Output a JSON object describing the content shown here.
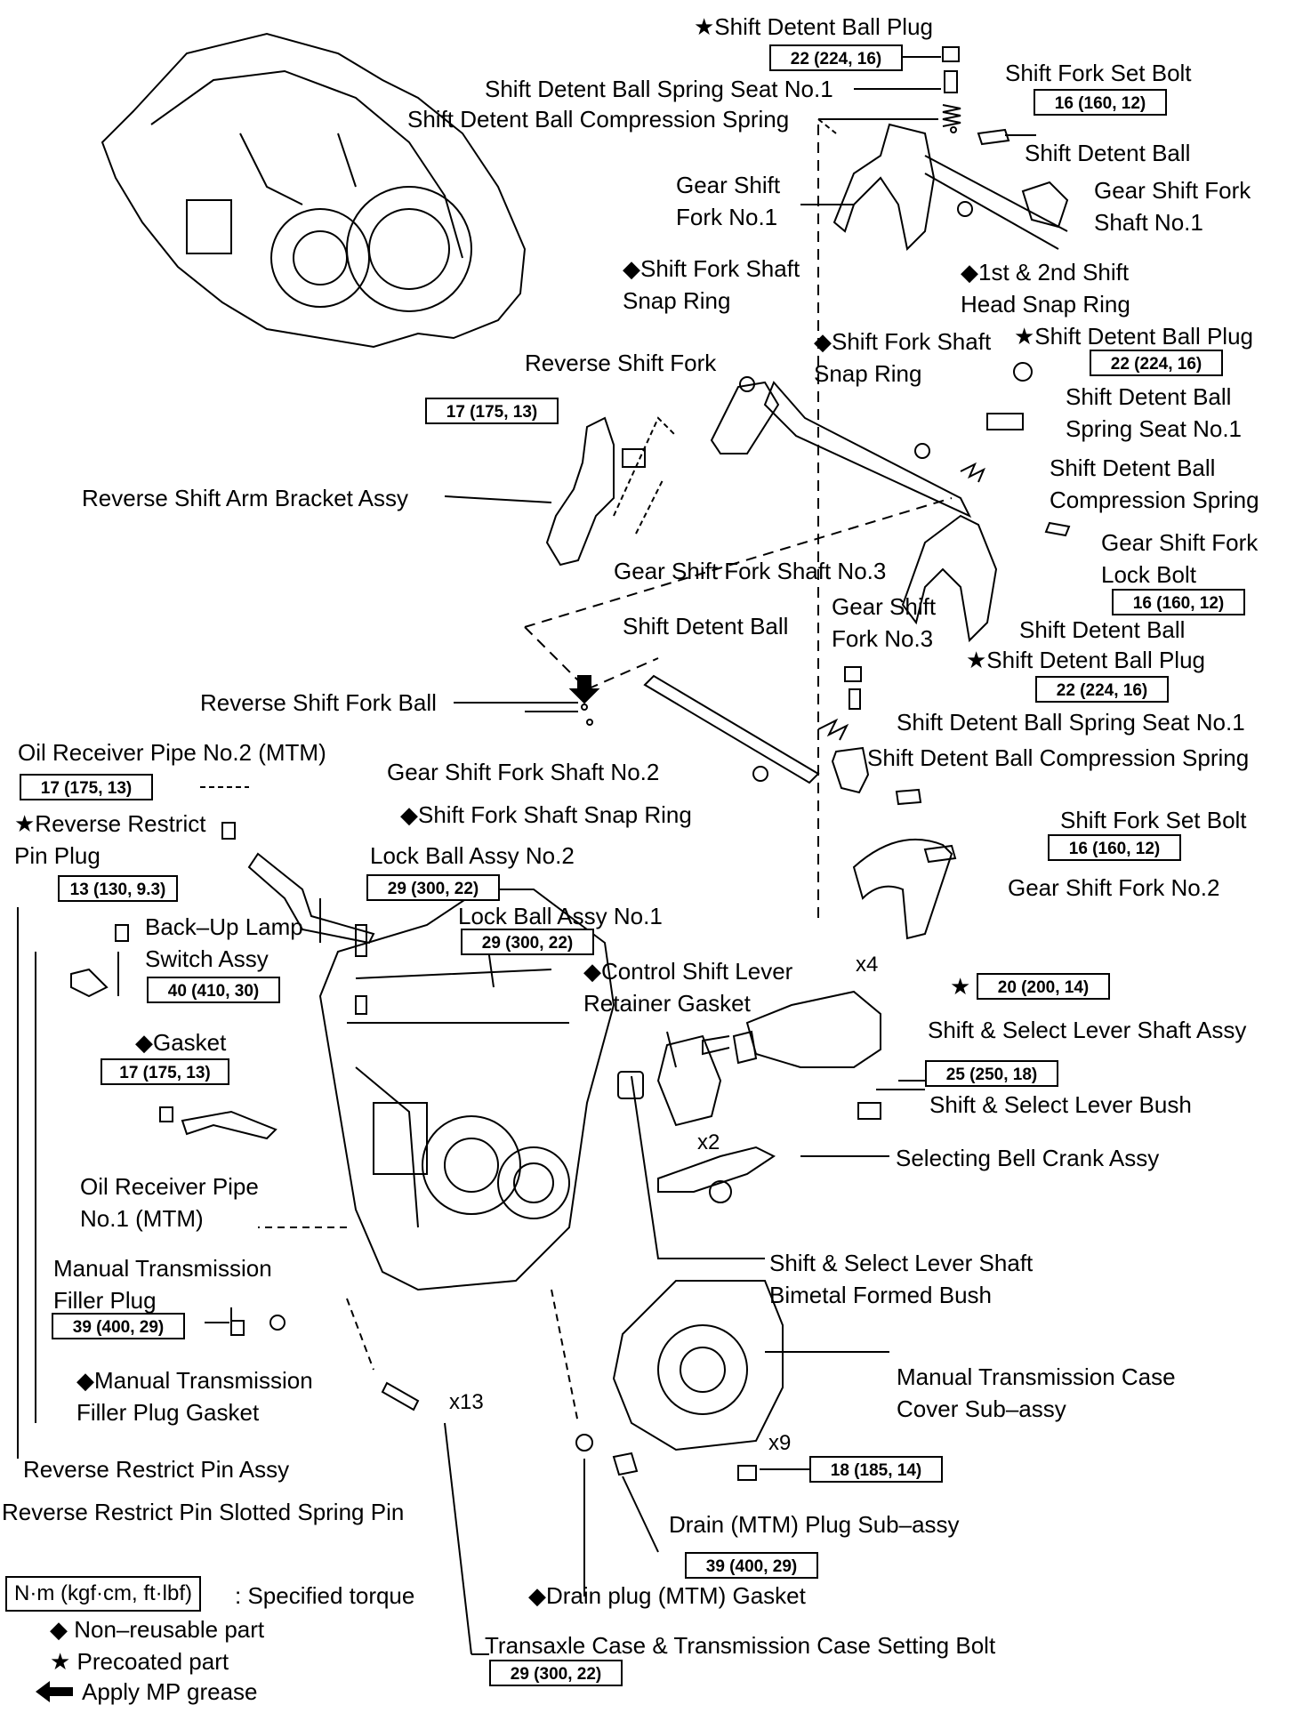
{
  "labels": {
    "detent_plug_top": "★Shift Detent Ball Plug",
    "spring_seat_top": "Shift Detent Ball Spring Seat No.1",
    "spring_top": "Shift Detent Ball Compression Spring",
    "set_bolt_top": "Shift Fork Set Bolt",
    "detent_ball_top": "Shift Detent Ball",
    "gear_fork1": "Gear Shift\nFork No.1",
    "fork_shaft1": "Gear Shift Fork\nShaft No.1",
    "snap_ring_a": "◆Shift Fork Shaft\nSnap Ring",
    "head_snap_ring": "◆1st & 2nd Shift\nHead Snap Ring",
    "snap_ring_b": "◆Shift Fork Shaft\nSnap Ring",
    "detent_plug_mid": "★Shift Detent Ball Plug",
    "reverse_fork": "Reverse Shift Fork",
    "spring_seat_mid": "Shift Detent Ball\nSpring Seat No.1",
    "spring_mid": "Shift Detent Ball\nCompression Spring",
    "rev_arm_bracket": "Reverse Shift Arm Bracket Assy",
    "lock_bolt": "Gear Shift Fork\nLock Bolt",
    "fork_shaft3": "Gear Shift Fork Shaft No.3",
    "gear_fork3": "Gear Shift\nFork No.3",
    "detent_ball_mid_l": "Shift Detent Ball",
    "detent_ball_mid_r": "Shift Detent Ball",
    "detent_plug_low": "★Shift Detent Ball Plug",
    "rev_fork_ball": "Reverse Shift Fork Ball",
    "spring_seat_low": "Shift Detent Ball Spring Seat No.1",
    "oil_pipe2": "Oil Receiver Pipe No.2 (MTM)",
    "spring_low": "Shift Detent Ball Compression Spring",
    "fork_shaft2": "Gear Shift Fork Shaft No.2",
    "rev_restrict_plug": "★Reverse Restrict\nPin Plug",
    "snap_ring_c": "◆Shift Fork Shaft Snap Ring",
    "set_bolt_low": "Shift Fork Set Bolt",
    "lock_ball2": "Lock Ball Assy No.2",
    "gear_fork2": "Gear Shift Fork No.2",
    "lock_ball1": "Lock Ball Assy No.1",
    "backup_lamp": "Back–Up Lamp\nSwitch Assy",
    "ctrl_gasket": "◆Control Shift Lever\nRetainer Gasket",
    "gasket": "◆Gasket",
    "lever_shaft": "Shift & Select Lever Shaft Assy",
    "lever_bush": "Shift & Select Lever Bush",
    "bell_crank": "Selecting Bell Crank Assy",
    "oil_pipe1": "Oil Receiver Pipe\nNo.1 (MTM)",
    "filler_plug": "Manual Transmission\nFiller Plug",
    "bimetal_bush": "Shift & Select Lever Shaft\nBimetal Formed Bush",
    "filler_gasket": "◆Manual Transmission\nFiller Plug Gasket",
    "case_cover": "Manual Transmission Case\nCover Sub–assy",
    "rev_restrict_pin": "Reverse Restrict Pin Assy",
    "slotted_pin": "Reverse Restrict Pin Slotted Spring Pin",
    "drain_plug": "Drain (MTM) Plug Sub–assy",
    "drain_gasket": "◆Drain plug (MTM) Gasket",
    "case_bolt": "Transaxle Case & Transmission Case Setting Bolt"
  },
  "torques": {
    "t_detent_plug_top": "22 (224, 16)",
    "t_set_bolt_top": "16 (160, 12)",
    "t_detent_plug_mid": "22 (224, 16)",
    "t_rev_bracket": "17 (175, 13)",
    "t_lock_bolt": "16 (160, 12)",
    "t_detent_plug_low": "22 (224, 16)",
    "t_oil_pipe2": "17 (175, 13)",
    "t_set_bolt_low": "16 (160, 12)",
    "t_restrict_plug": "13 (130, 9.3)",
    "t_lock_ball2": "29 (300, 22)",
    "t_lock_ball1": "29 (300, 22)",
    "t_backup_lamp": "40 (410, 30)",
    "t_retainer": "20 (200, 14)",
    "t_oil_pipe1": "17 (175, 13)",
    "t_lever_shaft": "25 (250, 18)",
    "t_filler": "39 (400, 29)",
    "t_cover_bolts": "18 (185, 14)",
    "t_drain": "39 (400, 29)",
    "t_case_bolt": "29 (300, 22)"
  },
  "multipliers": {
    "m_retainer": "x4",
    "m_bell": "x2",
    "m_case": "x13",
    "m_cover": "x9"
  },
  "legend": {
    "unit": "N·m (kgf·cm, ft·lbf)",
    "unit_desc": ": Specified torque",
    "nonreusable": "◆ Non–reusable part",
    "precoated": "★ Precoated part",
    "grease": "Apply MP grease"
  }
}
